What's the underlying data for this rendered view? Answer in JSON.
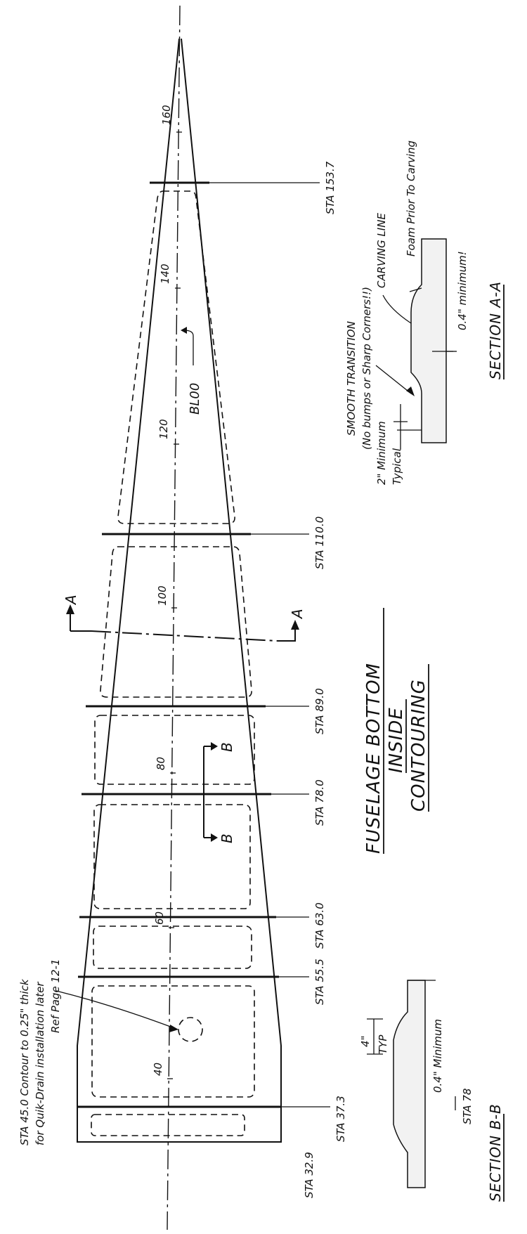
{
  "drawing": {
    "stations": {
      "sta_32_9": "STA 32.9",
      "sta_37_3": "STA 37.3",
      "sta_55_5": "STA 55.5",
      "sta_63_0": "STA 63.0",
      "sta_78_0": "STA 78.0",
      "sta_89_0": "STA 89.0",
      "sta_110_0": "STA 110.0",
      "sta_153_7": "STA 153.7"
    },
    "centerline_marks": [
      "40",
      "60",
      "80",
      "100",
      "120",
      "140",
      "160"
    ],
    "bl_label": "BL00",
    "section_markers": {
      "a": "A",
      "b": "B"
    },
    "note_line1": "STA 45.0 Contour to 0.25\" thick",
    "note_line2": "for Quik-Drain installation later",
    "note_line3": "Ref Page 12-1",
    "title_line1": "FUSELAGE BOTTOM",
    "title_line2": "INSIDE",
    "title_line3": "CONTOURING",
    "section_aa": {
      "carving_line": "CARVING LINE",
      "foam_prior": "Foam Prior To Carving",
      "min_thickness": "0.4\" minimum!",
      "smooth_line1": "SMOOTH TRANSITION",
      "smooth_line2": "(No bumps or Sharp Corners!!)",
      "min_two_line1": "2\" Minimum",
      "min_two_line2": "Typical",
      "label": "SECTION A-A"
    },
    "section_bb": {
      "dim": "4\"",
      "typ": "TYP",
      "min_thickness": "0.4\" Minimum",
      "station": "STA 78",
      "label": "SECTION B-B"
    }
  }
}
